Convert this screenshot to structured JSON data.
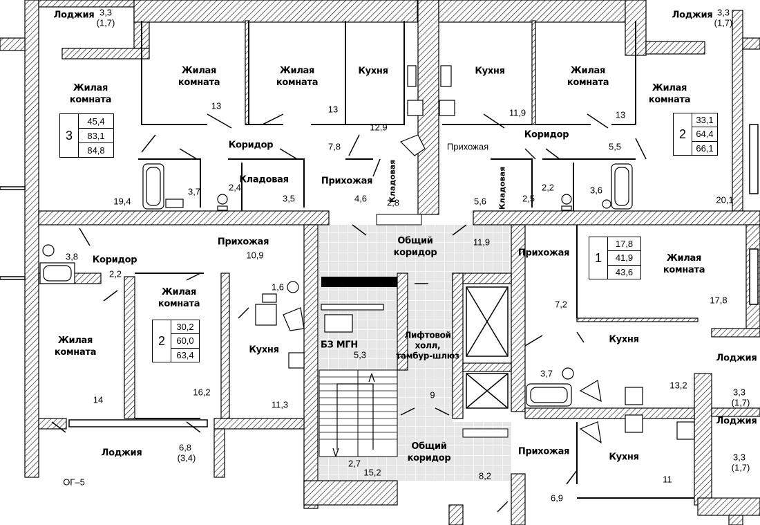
{
  "plan": {
    "rooms": {
      "loggia_tl": "Лоджия",
      "loggia_tl_area": "3,3",
      "loggia_tl_area2": "(1,7)",
      "loggia_tr": "Лоджия",
      "loggia_tr_area": "3,3",
      "loggia_tr_area2": "(1,7)",
      "living_1": "Жилая\nкомната",
      "living_2": "Жилая\nкомната",
      "living_3": "Жилая\nкомната",
      "kitchen_1": "Кухня",
      "kitchen_2": "Кухня",
      "living_4": "Жилая\nкомната",
      "living_5": "Жилая\nкомната",
      "corridor_1": "Коридор",
      "corridor_2": "Коридор",
      "storage_1": "Кладовая",
      "hall_1": "Прихожая",
      "hall_2": "Прихожая",
      "hall_3": "Прихожая",
      "storage_v1": "Кладовая",
      "storage_v2": "Кладовая",
      "common_1": "Общий\nкоридор",
      "common_2": "Общий\nкоридор",
      "corridor_3": "Коридор",
      "living_6": "Жилая\nкомната",
      "living_7": "Жилая\nкомната",
      "living_8": "Жилая\nкомната",
      "kitchen_3": "Кухня",
      "kitchen_4": "Кухня",
      "kitchen_5": "Кухня",
      "lift_hall": "Лифтовой\nхолл,\nтамбур-шлюз",
      "mgn": "БЗ МГН",
      "hall_4": "Прихожая",
      "hall_5": "Прихожая",
      "loggia_bl": "Лоджия",
      "loggia_r1": "Лоджия",
      "loggia_r2": "Лоджия",
      "og": "ОГ–5"
    },
    "areas": {
      "a13a": "13",
      "a13b": "13",
      "a129": "12,9",
      "a119": "11,9",
      "a13c": "13",
      "a78": "7,8",
      "a55": "5,5",
      "a194": "19,4",
      "a37": "3,7",
      "a24": "2,4",
      "a35": "3,5",
      "a46": "4,6",
      "a28": "2,8",
      "a56": "5,6",
      "a25": "2,5",
      "a22": "2,2",
      "a36": "3,6",
      "a201": "20,1",
      "a38": "3,8",
      "a22b": "2,2",
      "a109": "10,9",
      "a16": "1,6",
      "a119b": "11,9",
      "a178": "17,8",
      "a72": "7,2",
      "a14": "14",
      "a162": "16,2",
      "a113": "11,3",
      "a53": "5,3",
      "a9": "9",
      "a37b": "3,7",
      "a132": "13,2",
      "a68": "6,8",
      "a68b": "(3,4)",
      "a27": "2,7",
      "a152": "15,2",
      "a82": "8,2",
      "a11": "11",
      "a69": "6,9",
      "a33r1": "3,3",
      "a33r1b": "(1,7)",
      "a33r2": "3,3",
      "a33r2b": "(1,7)"
    },
    "hallway_label": "Прихожая",
    "apt_boxes": {
      "apt3": {
        "rooms": "3",
        "v1": "45,4",
        "v2": "83,1",
        "v3": "84,8"
      },
      "apt2a": {
        "rooms": "2",
        "v1": "33,1",
        "v2": "64,4",
        "v3": "66,1"
      },
      "apt2b": {
        "rooms": "2",
        "v1": "30,2",
        "v2": "60,0",
        "v3": "63,4"
      },
      "apt1": {
        "rooms": "1",
        "v1": "17,8",
        "v2": "41,9",
        "v3": "43,6"
      }
    }
  }
}
